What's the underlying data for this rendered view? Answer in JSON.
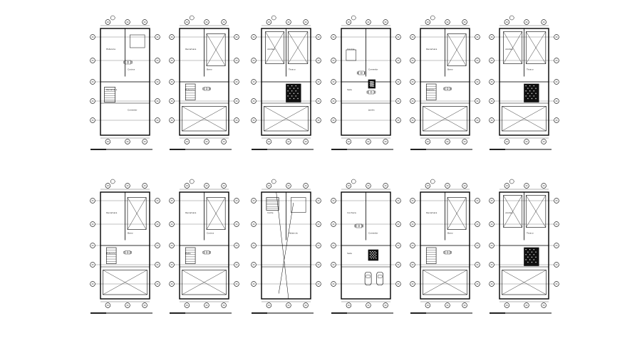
{
  "sheet": {
    "title": "",
    "rows": [
      {
        "plans": [
          {
            "id": "r1p1",
            "variant": "furnished-stairs",
            "labels": [
              "Estancia",
              "Cocina",
              "Recamara",
              "Comedor"
            ]
          },
          {
            "id": "r1p2",
            "variant": "room-layout",
            "labels": [
              "Recamara",
              "Bano",
              "Estancia"
            ]
          },
          {
            "id": "r1p3",
            "variant": "roof-hatch",
            "labels": [
              "Azotea",
              "Tinaco"
            ]
          },
          {
            "id": "r1p4",
            "variant": "furnished-dense",
            "labels": [
              "Cocina",
              "Comedor",
              "Sala",
              "Jardin"
            ]
          },
          {
            "id": "r1p5",
            "variant": "room-layout",
            "labels": [
              "Recamara",
              "Bano",
              "Vestidor"
            ]
          },
          {
            "id": "r1p6",
            "variant": "roof-hatch",
            "labels": [
              "Azotea",
              "Tinaco"
            ]
          }
        ]
      },
      {
        "plans": [
          {
            "id": "r2p1",
            "variant": "room-layout",
            "labels": [
              "Recamara",
              "Bano",
              "Estancia"
            ]
          },
          {
            "id": "r2p2",
            "variant": "room-layout",
            "labels": [
              "Recamara",
              "Cocina",
              "Patio"
            ]
          },
          {
            "id": "r2p3",
            "variant": "section-lines",
            "labels": [
              "Corte",
              "Estancia"
            ]
          },
          {
            "id": "r2p4",
            "variant": "furnished-cars",
            "labels": [
              "Cochera",
              "Comedor",
              "Sala"
            ]
          },
          {
            "id": "r2p5",
            "variant": "room-layout",
            "labels": [
              "Recamara",
              "Bano"
            ]
          },
          {
            "id": "r2p6",
            "variant": "roof-hatch",
            "labels": [
              "Azotea",
              "Tinaco"
            ]
          }
        ]
      }
    ]
  }
}
